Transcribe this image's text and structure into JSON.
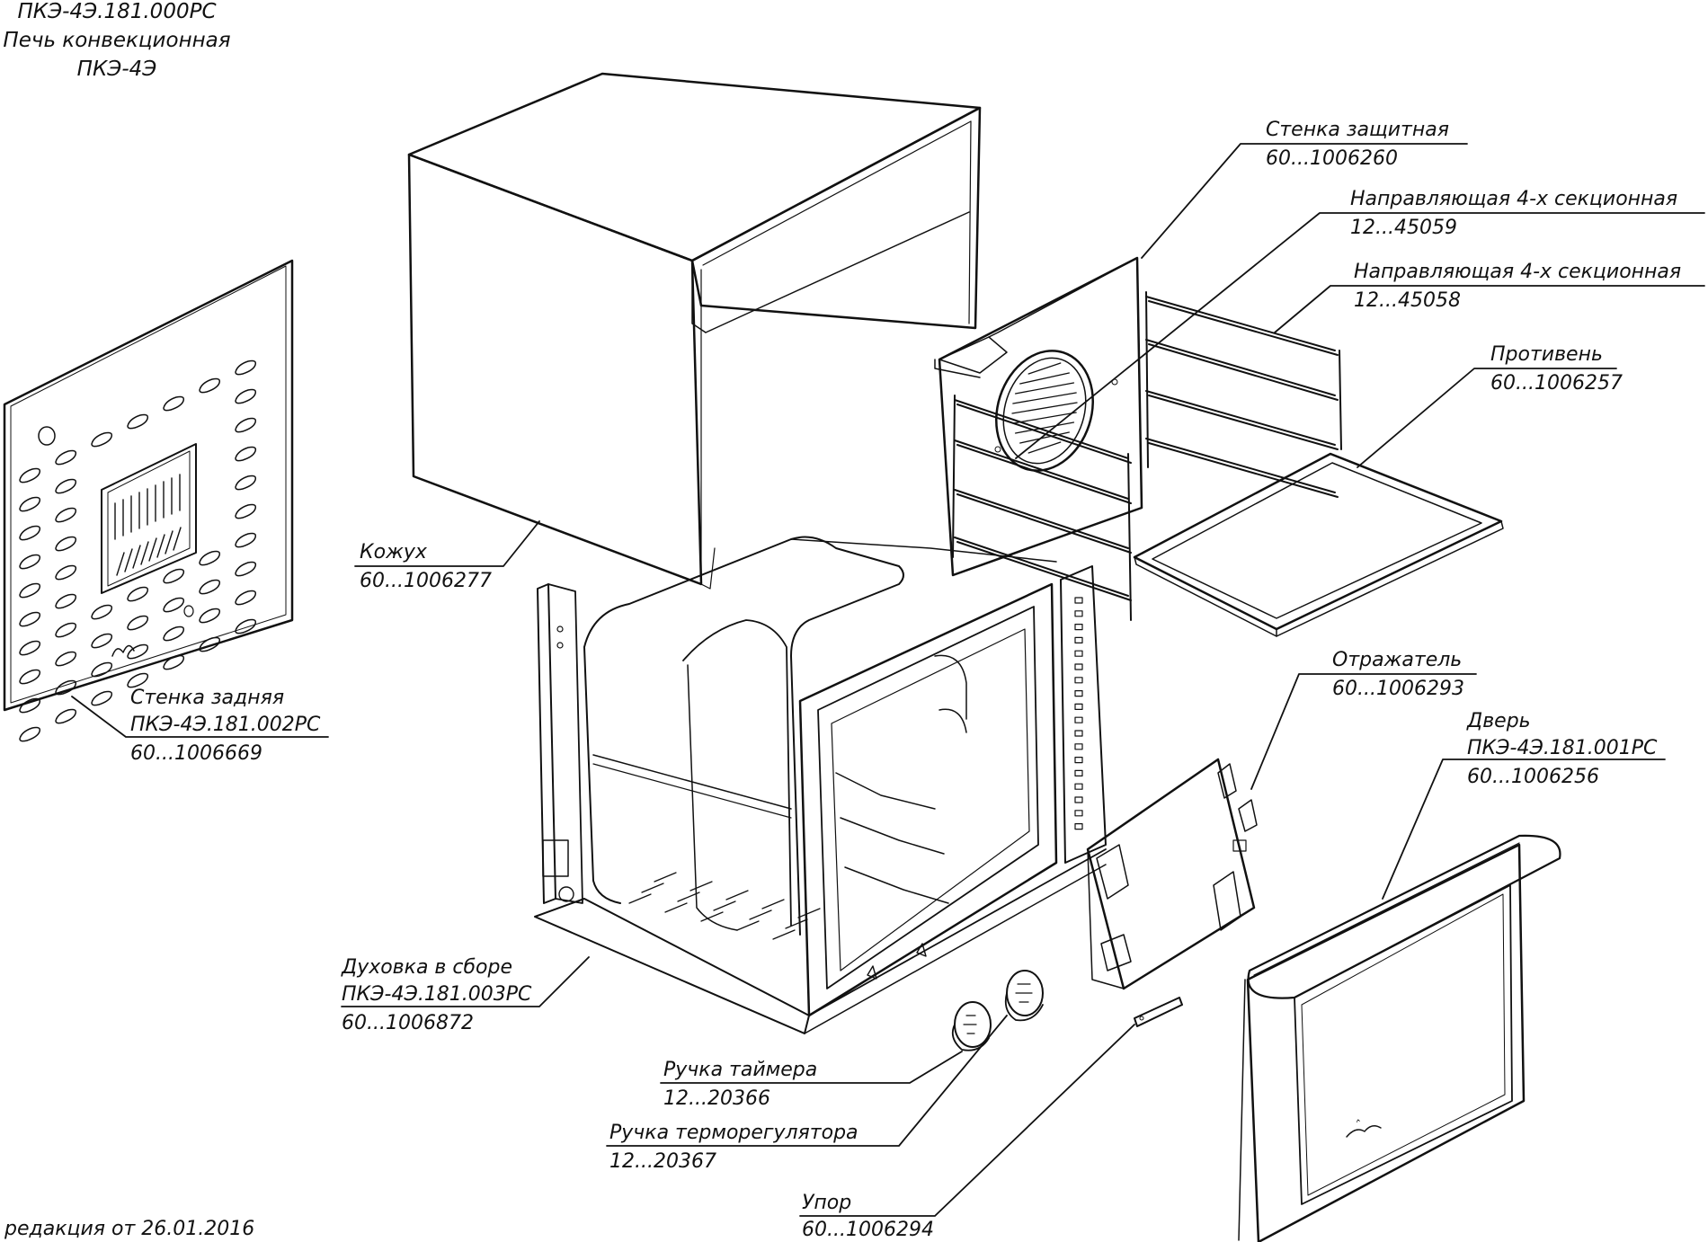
{
  "title": {
    "code": "ПКЭ-4Э.181.000РС",
    "name": "Печь конвекционная",
    "model": "ПКЭ-4Э"
  },
  "revision": "редакция от 26.01.2016",
  "parts": {
    "protective_wall": {
      "name": "Стенка защитная",
      "code": "60...1006260"
    },
    "guide_1": {
      "name": "Направляющая 4-х секционная",
      "code": "12...45059"
    },
    "guide_2": {
      "name": "Направляющая 4-х секционная",
      "code": "12...45058"
    },
    "tray": {
      "name": "Противень",
      "code": "60...1006257"
    },
    "casing": {
      "name": "Кожух",
      "code": "60...1006277"
    },
    "back_wall": {
      "name": "Стенка задняя",
      "code1": "ПКЭ-4Э.181.002РС",
      "code2": "60...1006669"
    },
    "reflector": {
      "name": "Отражатель",
      "code": "60...1006293"
    },
    "door": {
      "name": "Дверь",
      "code1": "ПКЭ-4Э.181.001РС",
      "code2": "60...1006256"
    },
    "oven_assembly": {
      "name": "Духовка в сборе",
      "code1": "ПКЭ-4Э.181.003РС",
      "code2": "60...1006872"
    },
    "timer_knob": {
      "name": "Ручка таймера",
      "code": "12...20366"
    },
    "thermostat_knob": {
      "name": "Ручка терморегулятора",
      "code": "12...20367"
    },
    "stop": {
      "name": "Упор",
      "code": "60...1006294"
    }
  },
  "colors": {
    "line": "#111111",
    "background": "#ffffff"
  }
}
